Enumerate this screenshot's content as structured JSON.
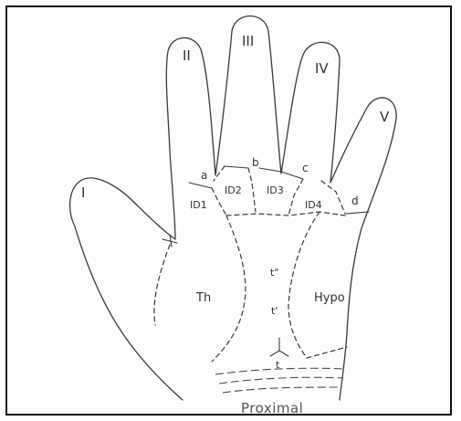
{
  "fingers": {
    "thumb": "I",
    "index": "II",
    "middle": "III",
    "ring": "IV",
    "little": "V"
  },
  "triradii": {
    "a": "a",
    "b": "b",
    "c": "c",
    "d": "d"
  },
  "interdigital_areas": {
    "id1": "ID1",
    "id2": "ID2",
    "id3": "ID3",
    "id4": "ID4"
  },
  "regions": {
    "thenar": "Th",
    "hypothenar": "Hypo"
  },
  "axial_triradii": {
    "t_double_prime": "t\"",
    "t_prime": "t'",
    "t": "t"
  },
  "bottom_label": "Proximal"
}
